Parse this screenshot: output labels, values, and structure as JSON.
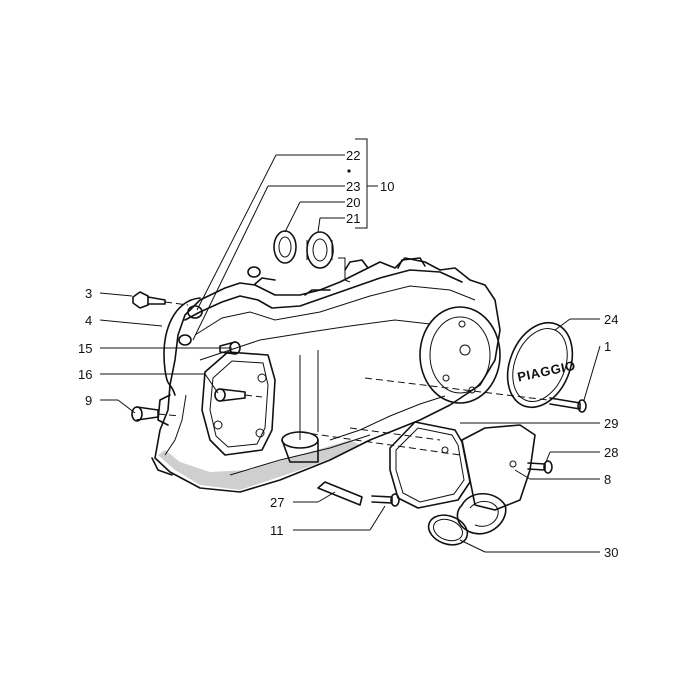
{
  "diagram": {
    "brand_text": "PIAGGIO",
    "callouts": [
      {
        "id": "c22",
        "label": "22"
      },
      {
        "id": "c23",
        "label": "23"
      },
      {
        "id": "c20",
        "label": "20"
      },
      {
        "id": "c21",
        "label": "21"
      },
      {
        "id": "c10",
        "label": "10"
      },
      {
        "id": "c3",
        "label": "3"
      },
      {
        "id": "c4",
        "label": "4"
      },
      {
        "id": "c15",
        "label": "15"
      },
      {
        "id": "c16",
        "label": "16"
      },
      {
        "id": "c9",
        "label": "9"
      },
      {
        "id": "c24",
        "label": "24"
      },
      {
        "id": "c1",
        "label": "1"
      },
      {
        "id": "c29",
        "label": "29"
      },
      {
        "id": "c28",
        "label": "28"
      },
      {
        "id": "c8",
        "label": "8"
      },
      {
        "id": "c27",
        "label": "27"
      },
      {
        "id": "c11",
        "label": "11"
      },
      {
        "id": "c30",
        "label": "30"
      }
    ]
  }
}
